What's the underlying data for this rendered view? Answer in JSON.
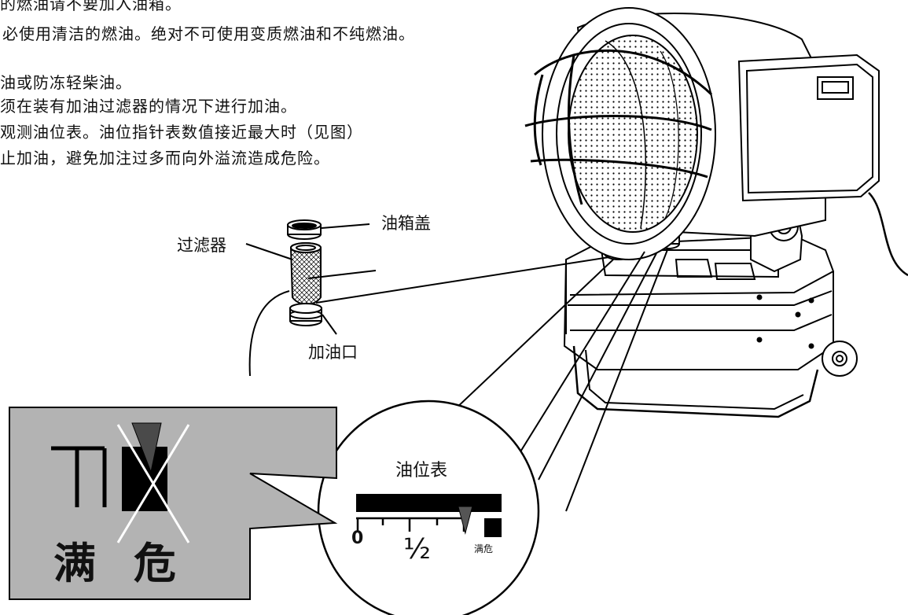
{
  "instructions": {
    "line1": "的燃油请不要加入油箱。",
    "line2": "必使用清洁的燃油。绝对不可使用变质燃油和不纯燃油。",
    "line3": "油或防冻轻柴油。",
    "line4": "须在装有加油过滤器的情况下进行加油。",
    "line5": "观测油位表。油位指针表数值接近最大时（见图）",
    "line6": "止加油，避免加注过多而向外溢流造成危险。"
  },
  "labels": {
    "cap": "油箱盖",
    "filter": "过滤器",
    "inlet": "加油口"
  },
  "gauge": {
    "title": "油位表",
    "zero": "0",
    "half": "½",
    "full_danger": "满危",
    "level_fraction": 0.85
  },
  "zoom_box": {
    "full": "满",
    "danger": "危"
  },
  "colors": {
    "line": "#000000",
    "panel_gray": "#b3b3b3",
    "cross": "#ffffff"
  }
}
